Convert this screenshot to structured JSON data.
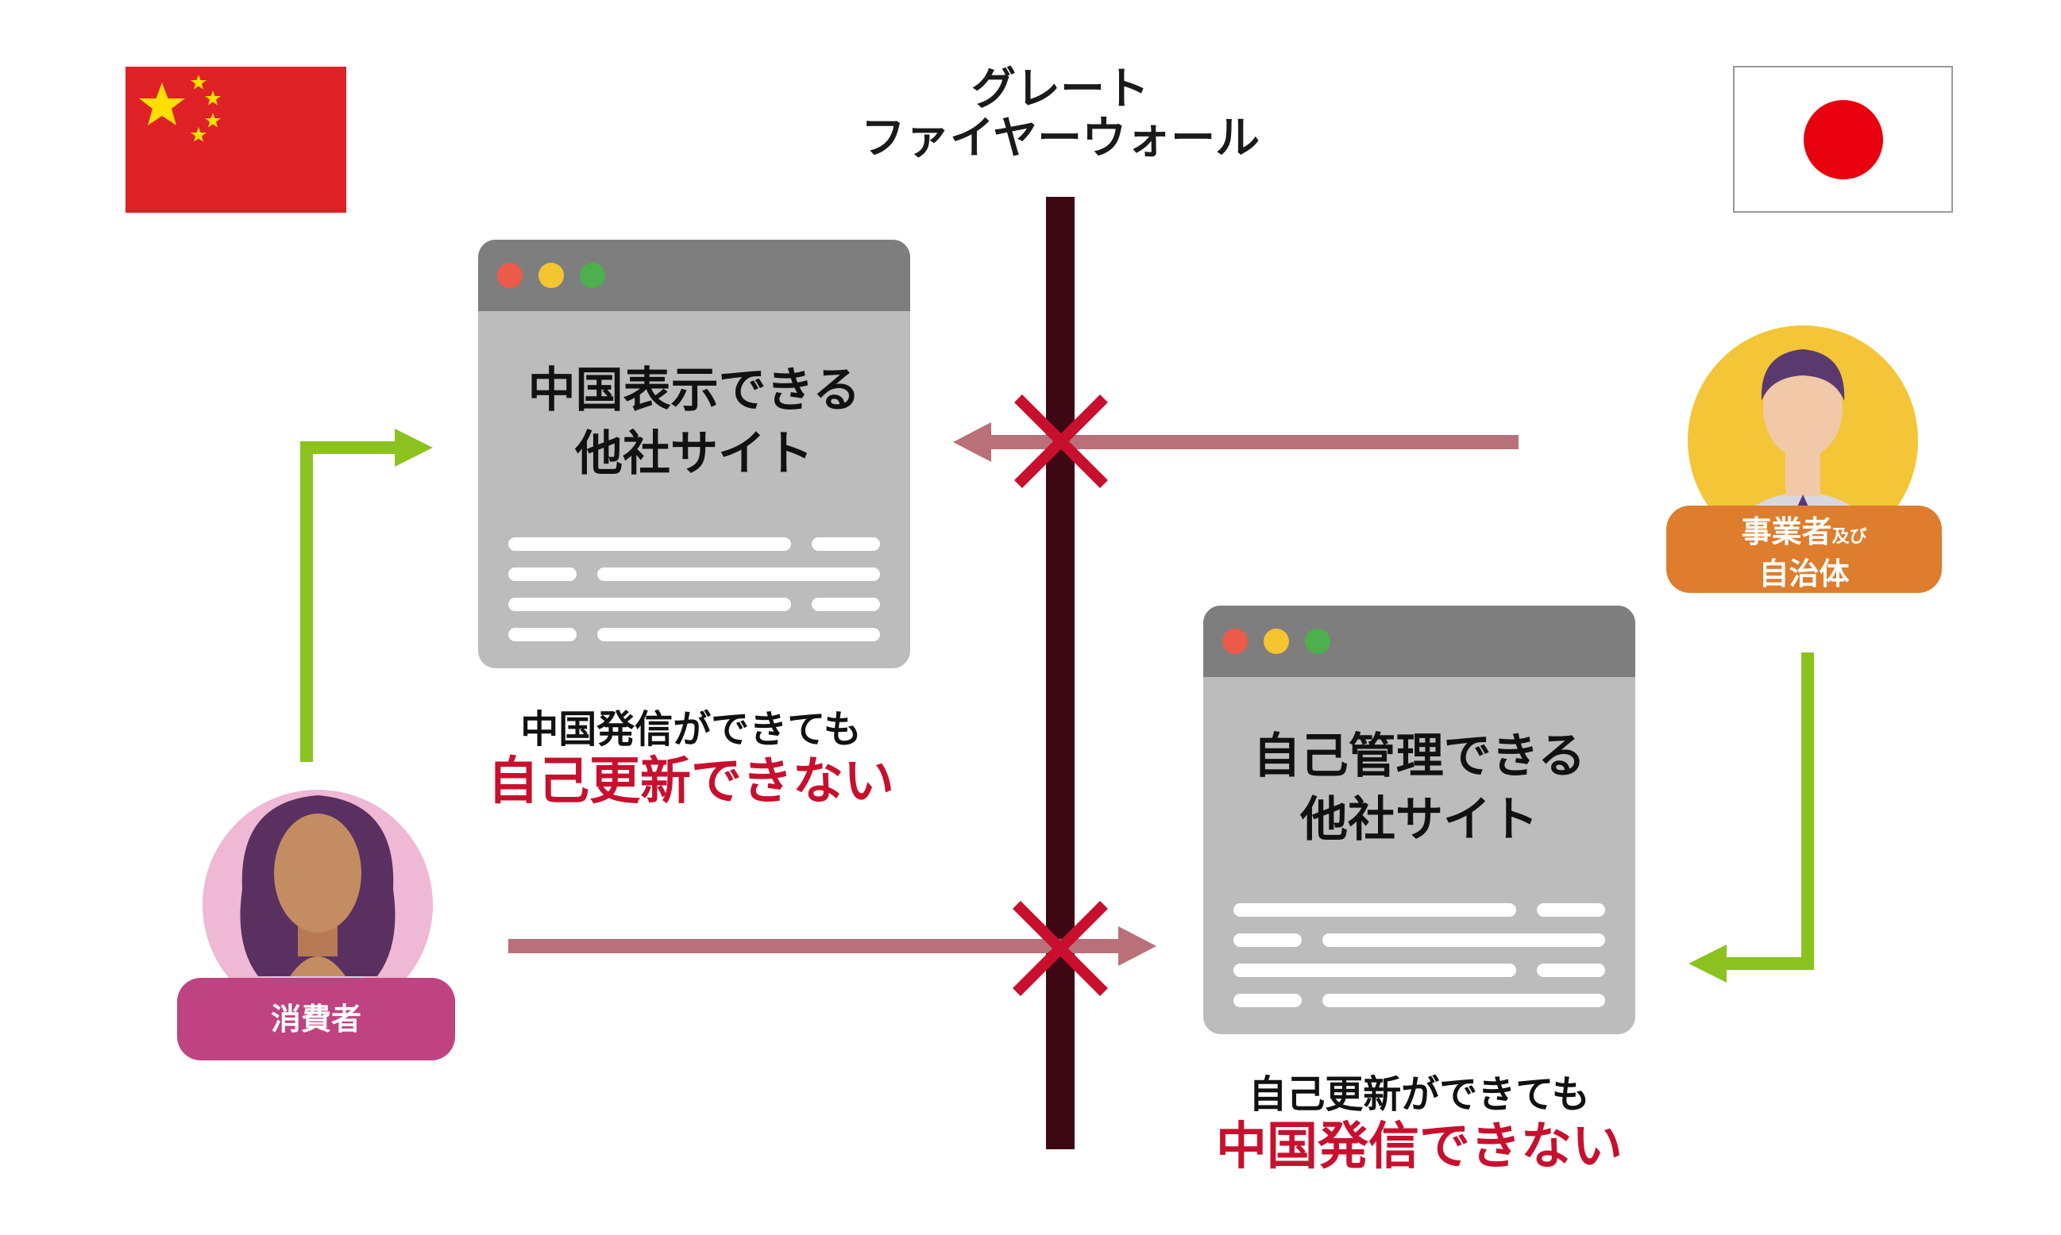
{
  "firewall": {
    "line1": "グレート",
    "line2": "ファイヤーウォール"
  },
  "china_site": {
    "title_line1": "中国表示できる",
    "title_line2": "他社サイト"
  },
  "japan_site": {
    "title_line1": "自己管理できる",
    "title_line2": "他社サイト"
  },
  "caption_left": {
    "line1": "中国発信ができても",
    "line2": "自己更新できない"
  },
  "caption_right": {
    "line1": "自己更新ができても",
    "line2": "中国発信できない"
  },
  "consumer": {
    "label": "消費者"
  },
  "business": {
    "label_main": "事業者",
    "label_small": "及び",
    "label_line2": "自治体"
  },
  "colors": {
    "green_arrow": "#8cc21f",
    "blocked_arrow": "#b97079",
    "x_mark": "#c8102e",
    "wall": "#3d0813",
    "consumer_badge": "#bf4380",
    "business_badge": "#dd7d2d"
  }
}
